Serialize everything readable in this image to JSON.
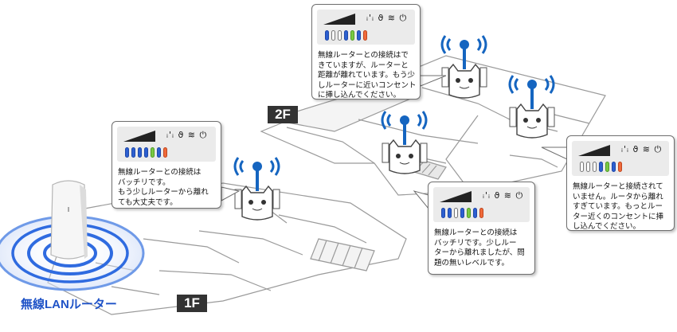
{
  "router_label": "無線LANルーター",
  "floors": {
    "first": "1F",
    "second": "2F"
  },
  "bubbles": [
    {
      "id": "top",
      "message": "無線ルーターとの接続はで\nきていますが、ルーターと\n距離が離れています。もう少\nしルーターに近いコンセント\nに挿し込んでください。",
      "leds": [
        "b",
        "w",
        "w",
        "b",
        "g",
        "b",
        "r"
      ]
    },
    {
      "id": "left",
      "message": "無線ルーターとの接続は\nバッチリです。\nもう少しルーターから離れ\nても大丈夫です。",
      "leds": [
        "b",
        "b",
        "b",
        "b",
        "g",
        "b",
        "r"
      ]
    },
    {
      "id": "middle",
      "message": "無線ルーターとの接続は\nバッチリです。少しルー\nターから離れましたが、問\n題の無いレベルです。",
      "leds": [
        "b",
        "b",
        "w",
        "b",
        "g",
        "b",
        "r"
      ]
    },
    {
      "id": "right",
      "message": "無線ルーターと接続されて\nいません。ルータから離れ\nすぎています。もっとルー\nター近くのコンセントに挿\nし込んでください。",
      "leds": [
        "w",
        "w",
        "w",
        "b",
        "g",
        "b",
        "r"
      ]
    }
  ],
  "colors": {
    "led_blue": "#2c5fd0",
    "led_green": "#7ac943",
    "led_red": "#ef6a3a",
    "router_wave": "#2f6be0",
    "antenna": "#1565c0"
  },
  "icons": [
    "signal-strength-icon",
    "antenna-icon",
    "eco-icon",
    "wifi-icon",
    "power-icon"
  ]
}
